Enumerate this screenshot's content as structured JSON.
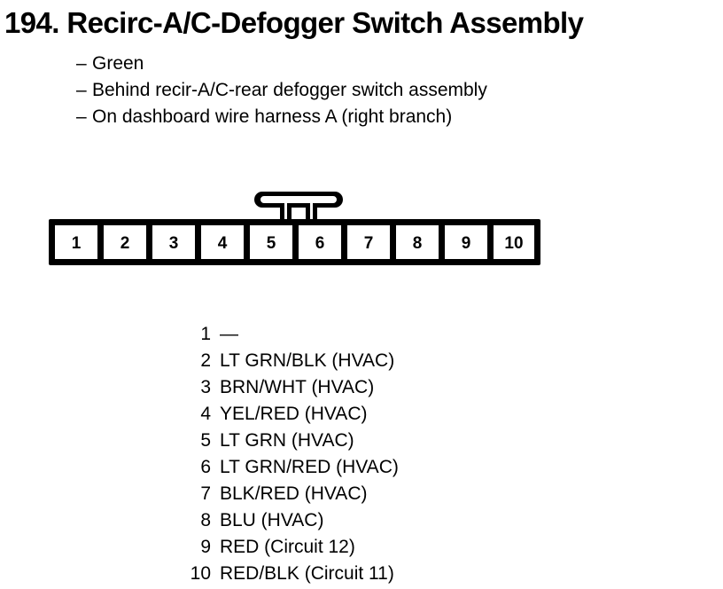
{
  "title": "194. Recirc-A/C-Defogger Switch Assembly",
  "notes": [
    {
      "dash": "–",
      "text": "Green"
    },
    {
      "dash": "–",
      "text": "Behind recir-A/C-rear defogger switch assembly"
    },
    {
      "dash": "–",
      "text": "On dashboard wire harness A (right branch)"
    }
  ],
  "connector": {
    "cavity_count": 10,
    "latch_between_pins": "5-6",
    "pins": [
      "1",
      "2",
      "3",
      "4",
      "5",
      "6",
      "7",
      "8",
      "9",
      "10"
    ],
    "colors": {
      "outline": "#000000",
      "cavity_fill": "#ffffff"
    }
  },
  "pin_list": [
    {
      "index": "1",
      "desc": "—"
    },
    {
      "index": "2",
      "desc": "LT GRN/BLK (HVAC)"
    },
    {
      "index": "3",
      "desc": "BRN/WHT (HVAC)"
    },
    {
      "index": "4",
      "desc": "YEL/RED (HVAC)"
    },
    {
      "index": "5",
      "desc": "LT GRN (HVAC)"
    },
    {
      "index": "6",
      "desc": "LT GRN/RED (HVAC)"
    },
    {
      "index": "7",
      "desc": "BLK/RED (HVAC)"
    },
    {
      "index": "8",
      "desc": "BLU (HVAC)"
    },
    {
      "index": "9",
      "desc": "RED (Circuit 12)"
    },
    {
      "index": "10",
      "desc": "RED/BLK (Circuit 11)"
    }
  ]
}
